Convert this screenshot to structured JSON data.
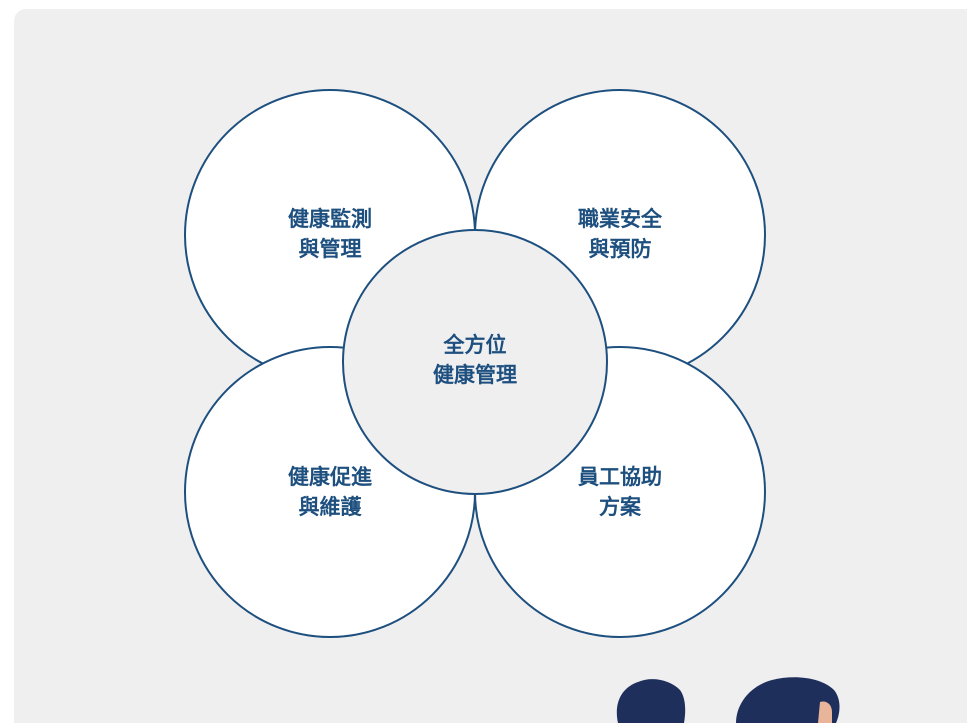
{
  "colors": {
    "background": "#efeff0",
    "outline": "#1d4f7f",
    "label": "#1d4f7f",
    "leaf_fill": "#ffffff",
    "hub_fill": "#efeff0"
  },
  "diagram": {
    "center": {
      "line1": "全方位",
      "line2": "健康管理"
    },
    "top_left": {
      "line1": "健康監測",
      "line2": "與管理"
    },
    "top_right": {
      "line1": "職業安全",
      "line2": "與預防"
    },
    "bottom_left": {
      "line1": "健康促進",
      "line2": "與維護"
    },
    "bottom_right": {
      "line1": "員工協助",
      "line2": "方案"
    }
  },
  "decoration": {
    "illustration": "people-illustration"
  }
}
